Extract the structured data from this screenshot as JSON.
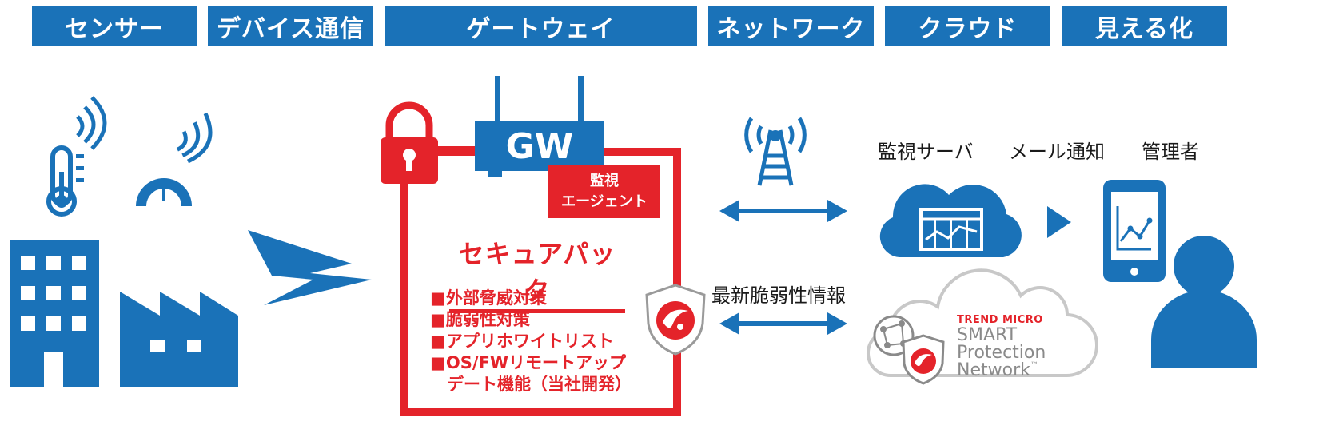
{
  "categories": [
    {
      "label": "センサー"
    },
    {
      "label": "デバイス通信"
    },
    {
      "label": "ゲートウェイ"
    },
    {
      "label": "ネットワーク"
    },
    {
      "label": "クラウド"
    },
    {
      "label": "見える化"
    }
  ],
  "gateway": {
    "gw_label": "GW",
    "agent_label_line1": "監視",
    "agent_label_line2": "エージェント",
    "pack_title": "セキュアパック",
    "features": [
      "■外部脅威対策",
      "■脆弱性対策",
      "■アプリホワイトリスト",
      "■OS/FWリモートアップ",
      "　デート機能（当社開発）"
    ]
  },
  "right_labels": {
    "monitor_server": "監視サーバ",
    "mail_notify": "メール通知",
    "admin": "管理者",
    "vuln_info": "最新脆弱性情報"
  },
  "spn": {
    "line1": "TREND MICRO",
    "line2": "SMART",
    "line3": "Protection",
    "line4": "Network",
    "tm": "™"
  },
  "colors": {
    "blue": "#1a72b8",
    "red": "#e4232a",
    "gray": "#8a8a8a"
  }
}
